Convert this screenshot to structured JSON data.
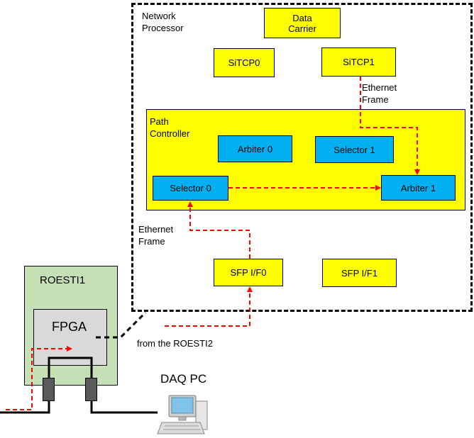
{
  "network_processor": {
    "title_line1": "Network",
    "title_line2": "Processor",
    "data_carrier_line1": "Data",
    "data_carrier_line2": "Carrier",
    "sitcp0": "SiTCP0",
    "sitcp1": "SiTCP1",
    "ethernet_frame_top_line1": "Ethernet",
    "ethernet_frame_top_line2": "Frame",
    "sfp0": "SFP I/F0",
    "sfp1": "SFP I/F1",
    "ethernet_frame_bottom_line1": "Ethernet",
    "ethernet_frame_bottom_line2": "Frame"
  },
  "path_controller": {
    "title_line1": "Path",
    "title_line2": "Controller",
    "arbiter0": "Arbiter 0",
    "selector1": "Selector 1",
    "selector0": "Selector 0",
    "arbiter1": "Arbiter 1"
  },
  "roesti": {
    "title": "ROESTI1",
    "fpga": "FPGA",
    "from_roesti2": "from the ROESTI2"
  },
  "daq": {
    "label": "DAQ PC"
  },
  "colors": {
    "module_yellow": "#ffff00",
    "module_blue": "#00b0f0",
    "roesti_green": "#c5e0b4",
    "fpga_gray": "#d9d9d9",
    "arrow_red": "#ff0000"
  }
}
